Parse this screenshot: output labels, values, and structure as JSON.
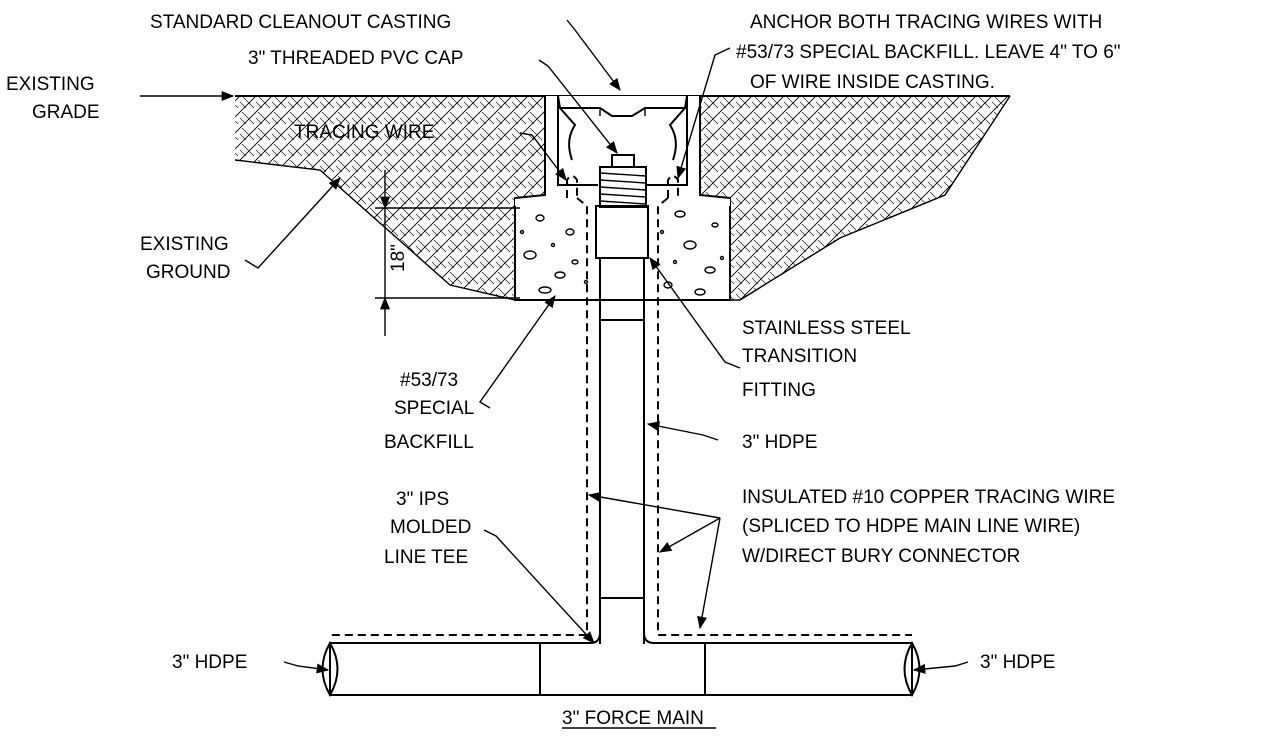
{
  "labels": {
    "cleanout_casting": "STANDARD  CLEANOUT CASTING",
    "anchor_line1": "ANCHOR BOTH TRACING WIRES WITH",
    "anchor_line2": "#53/73 SPECIAL BACKFILL. LEAVE 4\" TO 6\"",
    "anchor_line3": "OF WIRE INSIDE CASTING.",
    "pvc_cap": "3\" THREADED PVC CAP",
    "existing_grade_1": "EXISTING",
    "existing_grade_2": "GRADE",
    "tracing_wire": "TRACING WIRE",
    "existing_ground_1": "EXISTING",
    "existing_ground_2": "GROUND",
    "dim_18": "18\"",
    "ss_1": "STAINLESS STEEL",
    "ss_2": "TRANSITION",
    "ss_3": "FITTING",
    "backfill_1": "#53/73",
    "backfill_2": "SPECIAL",
    "backfill_3": "BACKFILL",
    "hdpe_riser": "3\" HDPE",
    "ips_1": "3\" IPS",
    "ips_2": "MOLDED",
    "ips_3": "LINE TEE",
    "copper_1": "INSULATED #10 COPPER TRACING WIRE",
    "copper_2": "(SPLICED TO HDPE MAIN LINE WIRE)",
    "copper_3": "W/DIRECT BURY CONNECTOR",
    "hdpe_left": "3\" HDPE",
    "hdpe_right": "3\" HDPE",
    "title": "3\" FORCE MAIN"
  }
}
